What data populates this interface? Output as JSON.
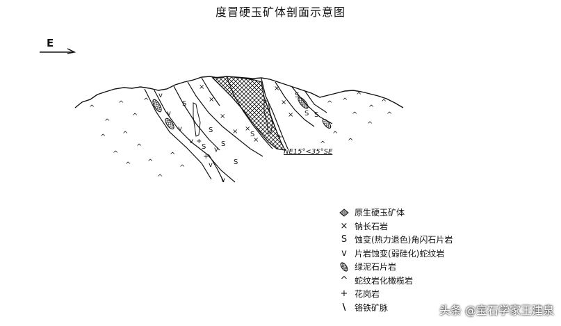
{
  "title": "度冒硬玉矿体剖面示意图",
  "orientation": {
    "label": "E"
  },
  "attitude_label": "NE15°<35°SE",
  "legend": [
    {
      "symbol": "crosshatch-icon",
      "glyph": "",
      "label": "原生硬玉矿体"
    },
    {
      "symbol": "x-mark-icon",
      "glyph": "×",
      "label": "钠长石岩"
    },
    {
      "symbol": "s-mark-icon",
      "glyph": "S",
      "label": "蚀变(热力退色)角闪石片岩"
    },
    {
      "symbol": "v-mark-icon",
      "glyph": "v",
      "label": "片岩蚀变(弱硅化)蛇纹岩"
    },
    {
      "symbol": "chlorite-lens-icon",
      "glyph": "",
      "label": "绿泥石片岩"
    },
    {
      "symbol": "caret-mark-icon",
      "glyph": "^",
      "label": "蛇纹岩化橄榄岩"
    },
    {
      "symbol": "plus-mark-icon",
      "glyph": "+",
      "label": "花岗岩"
    },
    {
      "symbol": "slash-mark-icon",
      "glyph": "\\",
      "label": "铬铁矿脉"
    }
  ],
  "watermark": "头条 @宝石学家王建泉"
}
